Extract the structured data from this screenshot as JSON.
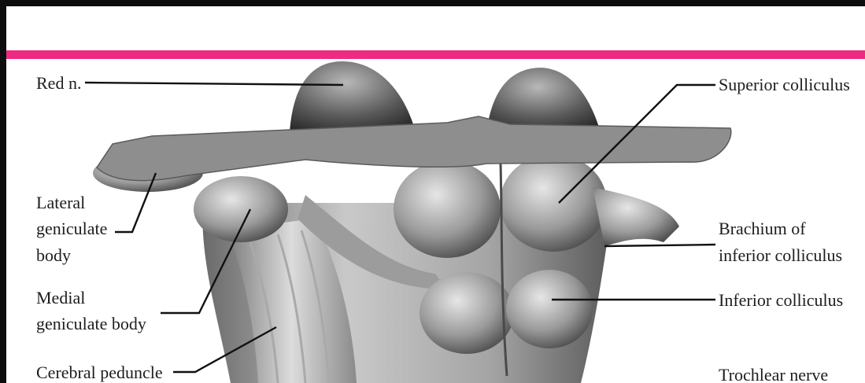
{
  "figure": {
    "accent_color": "#ee2b82",
    "frame_color": "#0d0d0d",
    "labels": {
      "red_nucleus": "Red n.",
      "lateral_geniculate_body": [
        "Lateral",
        "geniculate",
        "body"
      ],
      "medial_geniculate_body": [
        "Medial",
        "geniculate body"
      ],
      "cerebral_peduncle": "Cerebral peduncle",
      "superior_colliculus": "Superior colliculus",
      "brachium_of_inferior_colliculus": [
        "Brachium of",
        "inferior colliculus"
      ],
      "inferior_colliculus": "Inferior colliculus",
      "trochlear_nerve": "Trochlear nerve"
    }
  }
}
